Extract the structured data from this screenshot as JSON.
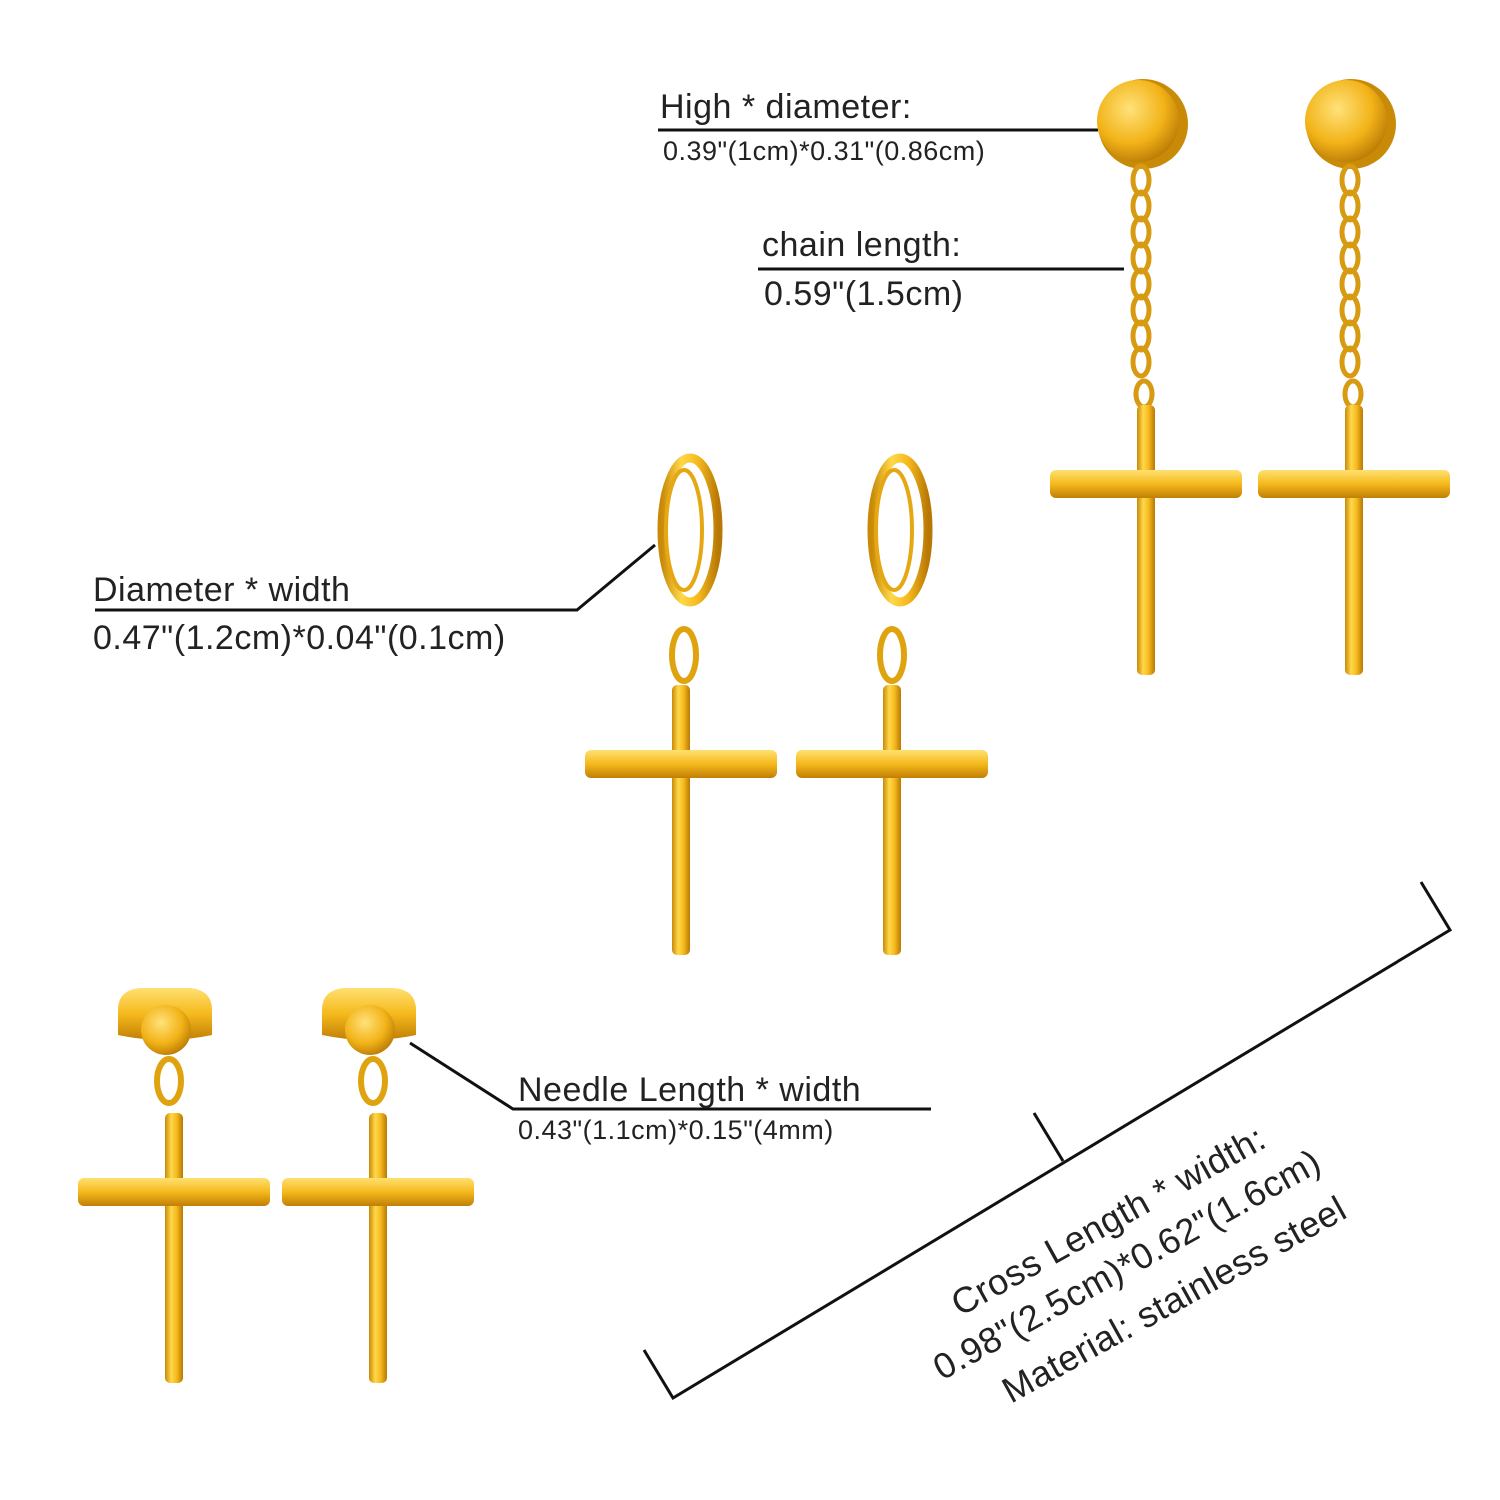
{
  "colors": {
    "gold_light": "#ffd84a",
    "gold_mid": "#f2b318",
    "gold_dark": "#b87805",
    "line": "#111111"
  },
  "annotations": {
    "stud_disc": {
      "title": "High * diameter:",
      "value": "0.39\"(1cm)*0.31\"(0.86cm)"
    },
    "chain": {
      "title": "chain length:",
      "value": "0.59\"(1.5cm)"
    },
    "hoop": {
      "title": "Diameter * width",
      "value": "0.47\"(1.2cm)*0.04\"(0.1cm)"
    },
    "needle": {
      "title": "Needle Length * width",
      "value": "0.43\"(1.1cm)*0.15\"(4mm)"
    },
    "cross": {
      "title": "Cross Length * width:",
      "value": "0.98\"(2.5cm)*0.62\"(1.6cm)",
      "material": "Material: stainless steel"
    }
  },
  "products": [
    {
      "name": "disc-stud-chain-cross-earring",
      "icon": "cross-icon"
    },
    {
      "name": "hoop-cross-earring",
      "icon": "cross-icon"
    },
    {
      "name": "ball-stud-cross-earring",
      "icon": "cross-icon"
    }
  ]
}
